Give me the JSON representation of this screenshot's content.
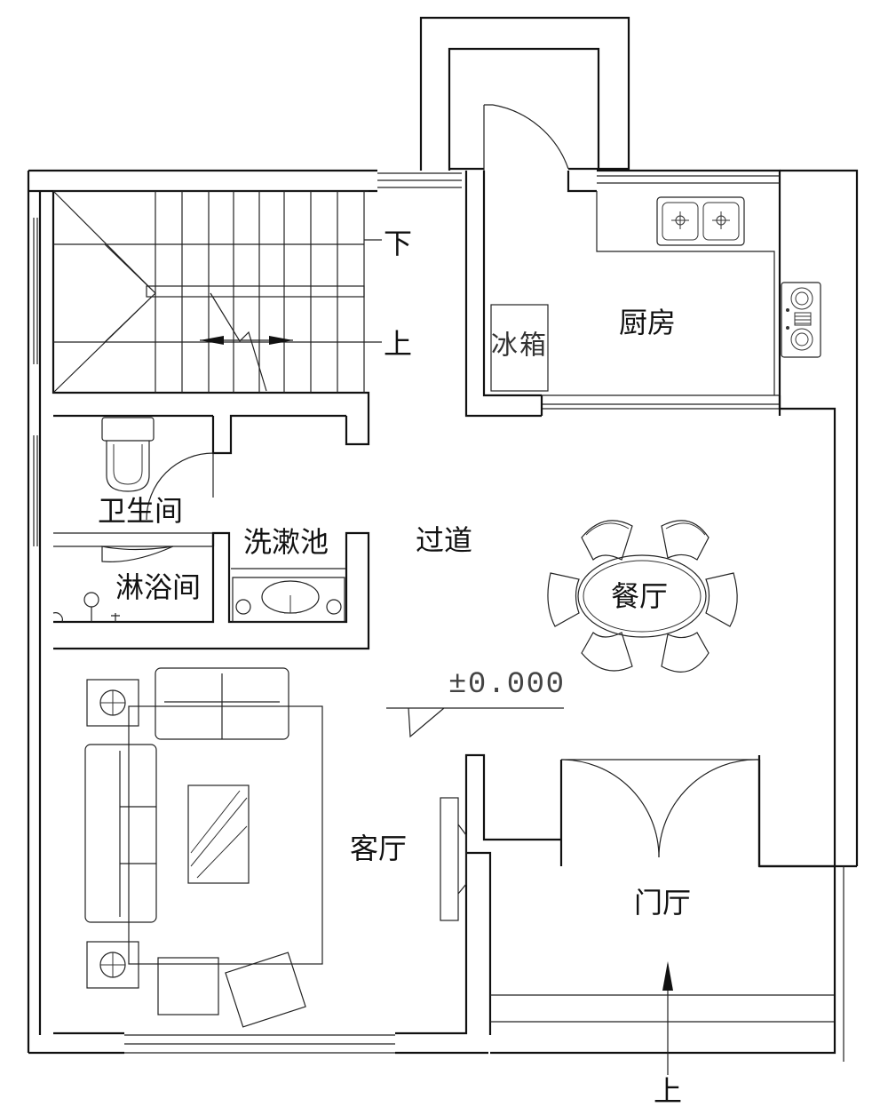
{
  "rooms": {
    "kitchen": "厨房",
    "toilet": "卫生间",
    "washbasin": "洗漱池",
    "shower": "淋浴间",
    "corridor": "过道",
    "dining": "餐厅",
    "living": "客厅",
    "foyer": "门厅"
  },
  "fixtures": {
    "fridge": "冰箱"
  },
  "stairs": {
    "down_label": "下",
    "up_label": "上"
  },
  "elevation": {
    "marker": "±0.000"
  },
  "entrance": {
    "up_label": "上"
  }
}
